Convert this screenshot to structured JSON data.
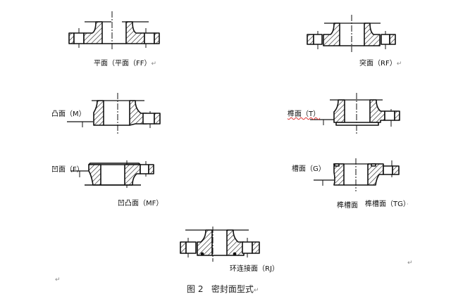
{
  "figure": {
    "caption": "图 2   密封面型式",
    "caption_mark": "↵"
  },
  "diagrams": [
    {
      "id": "ff",
      "label": "平面（平面（FF）",
      "mark": "↵"
    },
    {
      "id": "rf",
      "label": "突面（RF）",
      "mark": "↵"
    },
    {
      "id": "m",
      "label": "凸面（M）",
      "mark": ""
    },
    {
      "id": "t",
      "label": "榫面（T）",
      "mark": ""
    },
    {
      "id": "f",
      "label": "凹面（F）",
      "mark": ""
    },
    {
      "id": "mf",
      "label": "凹凸面（MF）",
      "mark": ""
    },
    {
      "id": "g",
      "label": "槽面（G）",
      "mark": ""
    },
    {
      "id": "tg_extra",
      "label": "榫槽面",
      "mark": ""
    },
    {
      "id": "tg",
      "label": "榫槽面（TG）",
      "mark": "·"
    },
    {
      "id": "rj",
      "label": "环连接面（RJ）",
      "mark": ""
    }
  ],
  "paragraph_marks": [
    "↵",
    "↵"
  ]
}
